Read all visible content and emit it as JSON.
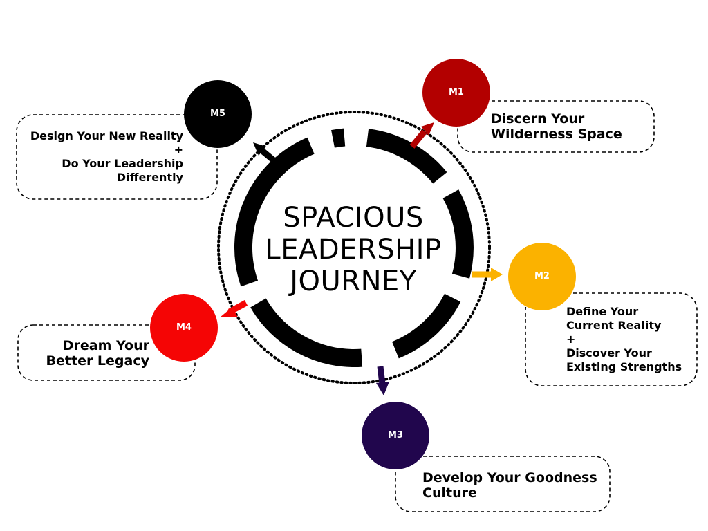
{
  "title": [
    "SPACIOUS",
    "LEADERSHIP",
    "JOURNEY"
  ],
  "colors": {
    "ring": "#000000",
    "m1": "#b30000",
    "m2": "#fbb200",
    "m3": "#21064d",
    "m4": "#f50505",
    "m5": "#000000",
    "box_border": "#000000",
    "text": "#000000"
  },
  "modules": [
    {
      "id": "M1",
      "lines": [
        "Discern Your",
        "Wilderness Space"
      ]
    },
    {
      "id": "M2",
      "lines": [
        "Define Your",
        "Current Reality",
        "+",
        "Discover Your",
        "Existing Strengths"
      ]
    },
    {
      "id": "M3",
      "lines": [
        "Develop Your Goodness",
        "Culture"
      ]
    },
    {
      "id": "M4",
      "lines": [
        "Dream Your",
        "Better Legacy"
      ]
    },
    {
      "id": "M5",
      "lines": [
        "Design Your New Reality",
        "+",
        "Do Your Leadership",
        "Differently"
      ]
    }
  ]
}
